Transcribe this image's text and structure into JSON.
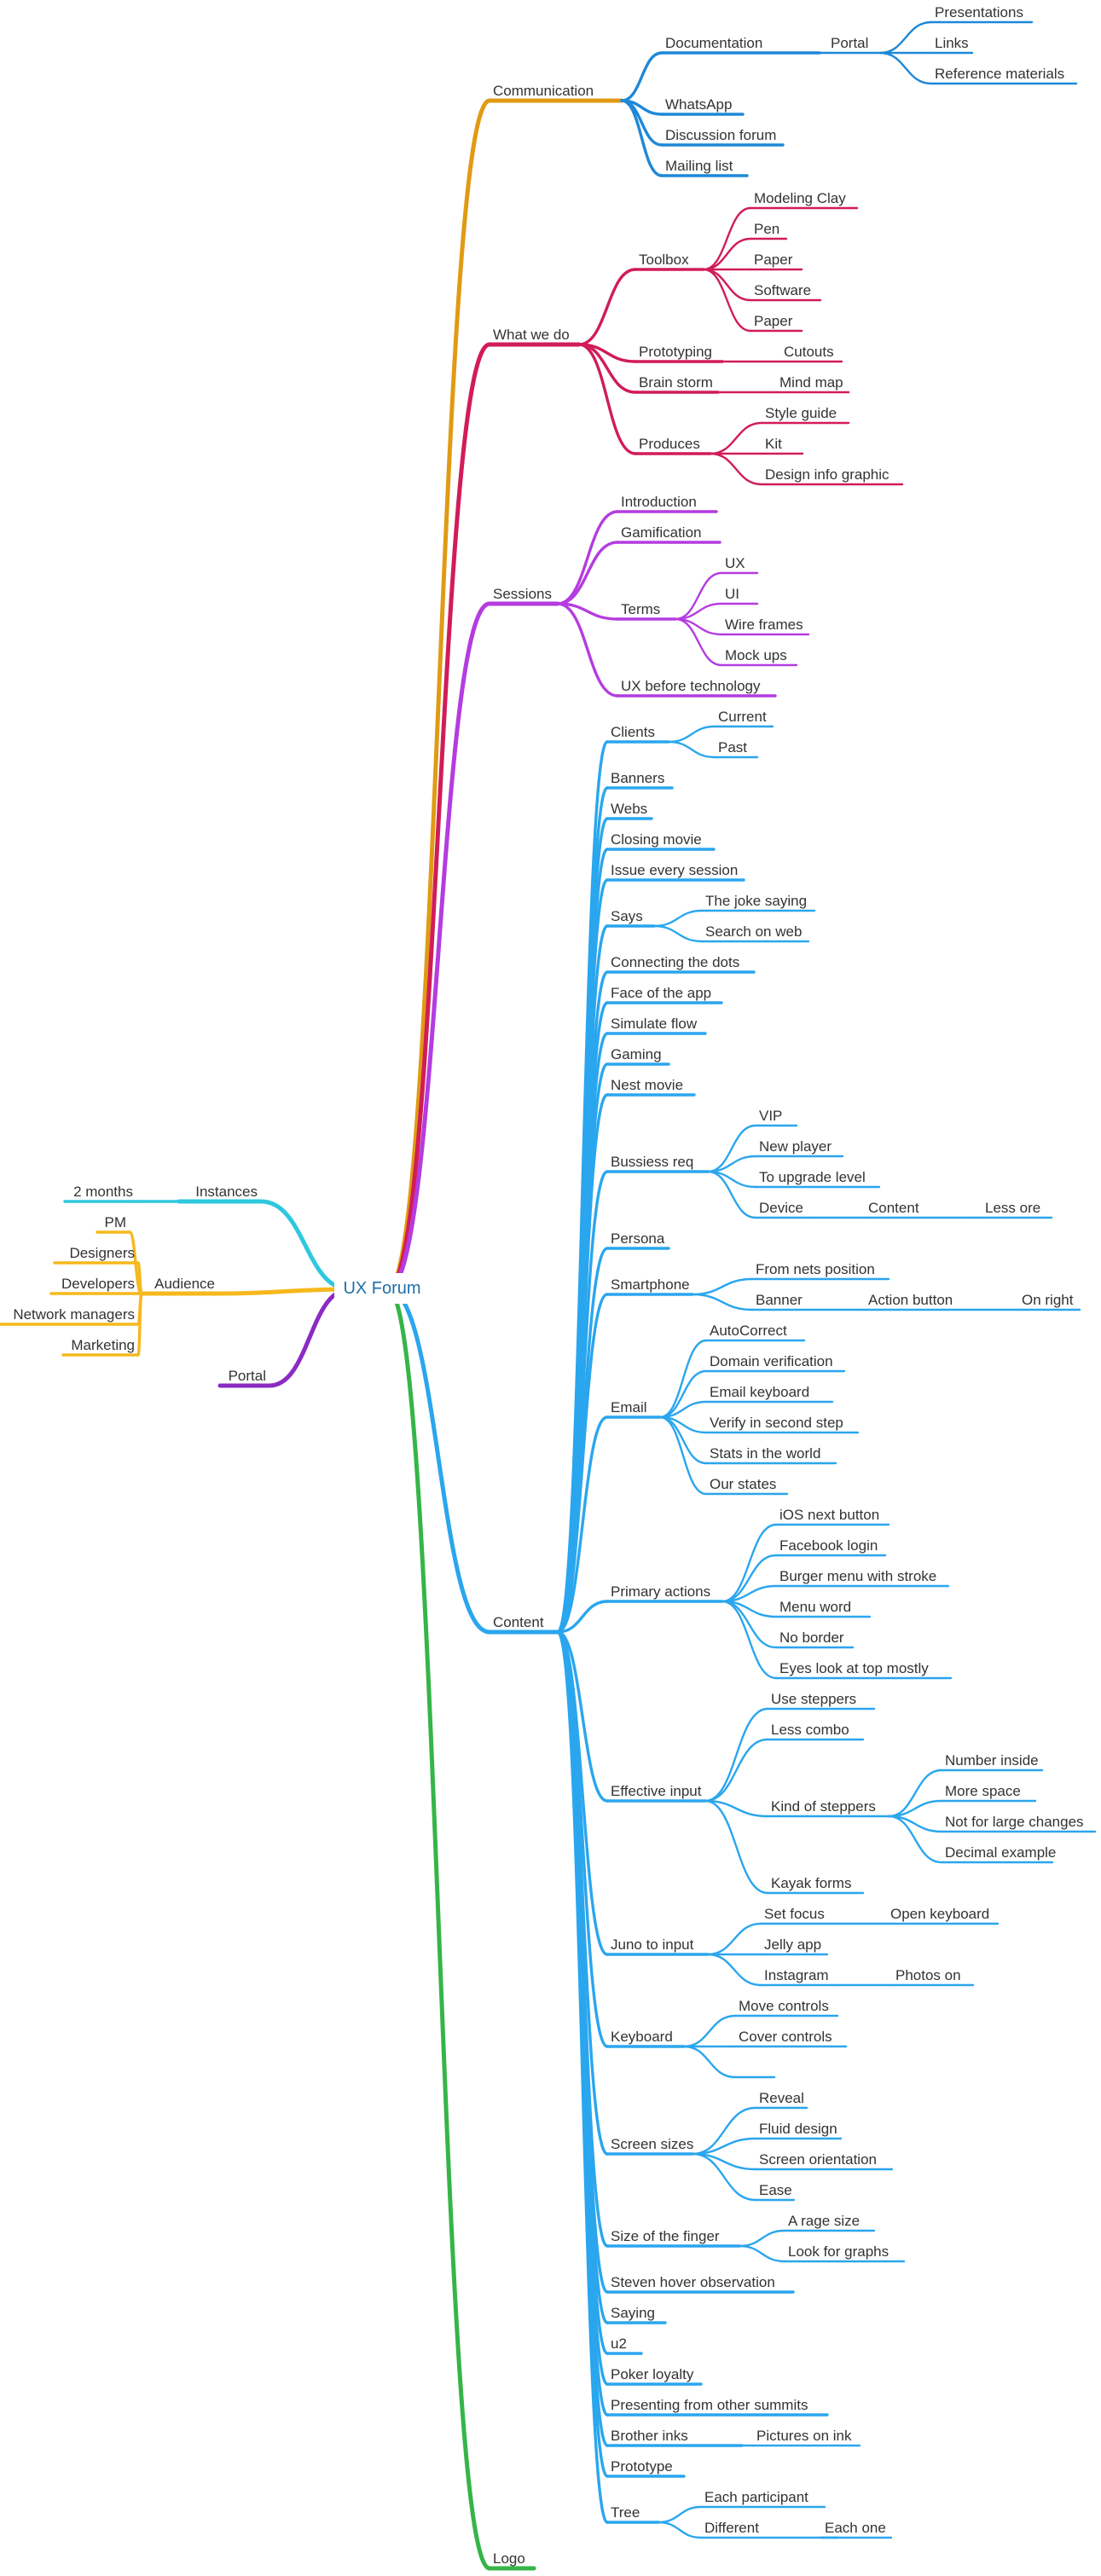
{
  "colors": {
    "communication": "#e09a14",
    "what_we_do": "#d11c58",
    "sessions": "#b43ce0",
    "content": "#2aa6ee",
    "documentation": "#1e88d8",
    "logo": "#35b548",
    "instances": "#2ec8de",
    "audience": "#f6b81c",
    "portal_left": "#8b2bc4",
    "root_text": "#1f6fa8",
    "label_text": "#333333"
  },
  "mindmap": {
    "root": "UX Forum",
    "left": [
      {
        "label": "Instances",
        "color_key": "instances",
        "children": [
          {
            "label": "2 months"
          }
        ]
      },
      {
        "label": "Audience",
        "color_key": "audience",
        "children": [
          {
            "label": "PM"
          },
          {
            "label": "Designers"
          },
          {
            "label": "Developers"
          },
          {
            "label": "Network managers"
          },
          {
            "label": "Marketing"
          }
        ]
      },
      {
        "label": "Portal",
        "color_key": "portal_left"
      }
    ],
    "right": [
      {
        "label": "Communication",
        "color_key": "communication",
        "children": [
          {
            "label": "Documentation",
            "children": [
              {
                "label": "Portal",
                "children": [
                  {
                    "label": "Presentations"
                  },
                  {
                    "label": "Links"
                  },
                  {
                    "label": "Reference materials"
                  }
                ]
              }
            ]
          },
          {
            "label": "WhatsApp"
          },
          {
            "label": "Discussion forum"
          },
          {
            "label": "Mailing list"
          }
        ]
      },
      {
        "label": "What we do",
        "color_key": "what_we_do",
        "children": [
          {
            "label": "Toolbox",
            "children": [
              {
                "label": "Modeling Clay"
              },
              {
                "label": "Pen"
              },
              {
                "label": "Paper"
              },
              {
                "label": "Software"
              },
              {
                "label": "Paper"
              }
            ]
          },
          {
            "label": "Prototyping",
            "children": [
              {
                "label": "Cutouts"
              }
            ]
          },
          {
            "label": "Brain storm",
            "children": [
              {
                "label": "Mind map"
              }
            ]
          },
          {
            "label": "Produces",
            "children": [
              {
                "label": "Style guide"
              },
              {
                "label": "Kit"
              },
              {
                "label": "Design info graphic"
              }
            ]
          }
        ]
      },
      {
        "label": "Sessions",
        "color_key": "sessions",
        "children": [
          {
            "label": "Introduction"
          },
          {
            "label": "Gamification"
          },
          {
            "label": "Terms",
            "children": [
              {
                "label": "UX"
              },
              {
                "label": "UI"
              },
              {
                "label": "Wire frames"
              },
              {
                "label": "Mock ups"
              }
            ]
          },
          {
            "label": "UX before technology"
          }
        ]
      },
      {
        "label": "Content",
        "color_key": "content",
        "children": [
          {
            "label": "Clients",
            "children": [
              {
                "label": "Current"
              },
              {
                "label": "Past"
              }
            ]
          },
          {
            "label": "Banners"
          },
          {
            "label": "Webs"
          },
          {
            "label": "Closing movie"
          },
          {
            "label": "Issue every session"
          },
          {
            "label": "Says",
            "children": [
              {
                "label": "The joke saying"
              },
              {
                "label": "Search on web"
              }
            ]
          },
          {
            "label": "Connecting the dots"
          },
          {
            "label": "Face of the app"
          },
          {
            "label": "Simulate flow"
          },
          {
            "label": "Gaming"
          },
          {
            "label": "Nest movie"
          },
          {
            "label": "Bussiess req",
            "children": [
              {
                "label": "VIP"
              },
              {
                "label": "New player"
              },
              {
                "label": "To upgrade level"
              },
              {
                "label": "Device",
                "children": [
                  {
                    "label": "Content",
                    "children": [
                      {
                        "label": "Less ore"
                      }
                    ]
                  }
                ]
              }
            ]
          },
          {
            "label": "Persona"
          },
          {
            "label": "Smartphone",
            "children": [
              {
                "label": "From nets position"
              },
              {
                "label": "Banner",
                "children": [
                  {
                    "label": "Action button",
                    "children": [
                      {
                        "label": "On right"
                      }
                    ]
                  }
                ]
              }
            ]
          },
          {
            "label": "Email",
            "children": [
              {
                "label": "AutoCorrect"
              },
              {
                "label": "Domain verification"
              },
              {
                "label": "Email keyboard"
              },
              {
                "label": "Verify in second step"
              },
              {
                "label": "Stats in the world"
              },
              {
                "label": "Our states"
              }
            ]
          },
          {
            "label": "Primary actions",
            "children": [
              {
                "label": "iOS next button"
              },
              {
                "label": "Facebook login"
              },
              {
                "label": "Burger menu with stroke"
              },
              {
                "label": "Menu word"
              },
              {
                "label": "No border"
              },
              {
                "label": "Eyes look at top mostly"
              }
            ]
          },
          {
            "label": "Effective input",
            "children": [
              {
                "label": "Use steppers"
              },
              {
                "label": "Less combo"
              },
              {
                "label": "Kind of steppers",
                "children": [
                  {
                    "label": "Number inside"
                  },
                  {
                    "label": "More space"
                  },
                  {
                    "label": "Not for large changes"
                  },
                  {
                    "label": "Decimal example"
                  }
                ]
              },
              {
                "label": "Kayak forms"
              }
            ]
          },
          {
            "label": "Juno to input",
            "children": [
              {
                "label": "Set focus",
                "children": [
                  {
                    "label": "Open keyboard"
                  }
                ]
              },
              {
                "label": "Jelly app"
              },
              {
                "label": "Instagram",
                "children": [
                  {
                    "label": "Photos on"
                  }
                ]
              }
            ]
          },
          {
            "label": "Keyboard",
            "children": [
              {
                "label": "Move controls"
              },
              {
                "label": "Cover controls"
              },
              {
                "label": ""
              }
            ]
          },
          {
            "label": "Screen sizes",
            "children": [
              {
                "label": "Reveal"
              },
              {
                "label": "Fluid design"
              },
              {
                "label": "Screen orientation"
              },
              {
                "label": "Ease"
              }
            ]
          },
          {
            "label": "Size of the finger",
            "children": [
              {
                "label": "A rage size"
              },
              {
                "label": "Look for graphs"
              }
            ]
          },
          {
            "label": "Steven hover observation"
          },
          {
            "label": "Saying"
          },
          {
            "label": "u2"
          },
          {
            "label": "Poker loyalty"
          },
          {
            "label": "Presenting from other summits"
          },
          {
            "label": "Brother inks",
            "children": [
              {
                "label": "Pictures on ink"
              }
            ]
          },
          {
            "label": "Prototype"
          },
          {
            "label": "Tree",
            "children": [
              {
                "label": "Each participant"
              },
              {
                "label": "Different",
                "children": [
                  {
                    "label": "Each one"
                  }
                ]
              }
            ]
          }
        ]
      },
      {
        "label": "Logo",
        "color_key": "logo"
      }
    ]
  }
}
